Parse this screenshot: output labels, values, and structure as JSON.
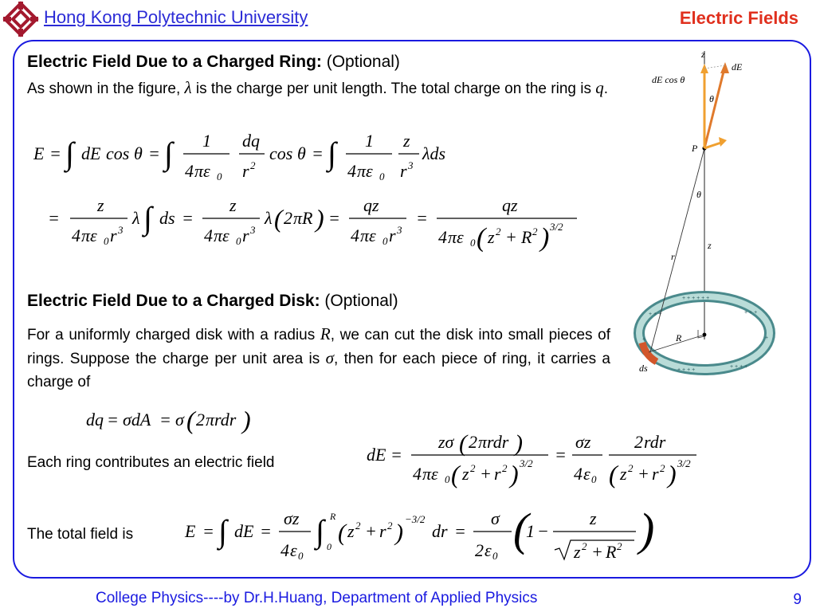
{
  "header": {
    "university": "Hong Kong Polytechnic University",
    "title": "Electric Fields"
  },
  "ring_section": {
    "title_bold": "Electric Field Due to a Charged Ring:",
    "title_rest": " (Optional)",
    "p1": "As shown in the figure, ",
    "lambda": "λ",
    "p2": " is the charge per unit length.  The total charge on the ring is ",
    "q": "q",
    "p3": "."
  },
  "disk_section": {
    "title_bold": "Electric Field Due to a Charged Disk:",
    "title_rest": " (Optional)",
    "p1": "For a uniformly charged disk with a radius ",
    "R": "R",
    "p2": ", we can cut the disk into small pieces of rings.  Suppose the charge per unit area is ",
    "sigma": "σ",
    "p3": ", then for each piece of ring, it carries a charge of",
    "each_ring": "Each ring contributes an electric field",
    "total_field": "The total field is"
  },
  "figure_labels": {
    "z_axis": "z",
    "dE": "dE",
    "dE_cos": "dE cos θ",
    "theta": "θ",
    "P": "P",
    "r": "r",
    "z": "z",
    "R": "R",
    "ds": "ds"
  },
  "footer": {
    "text": "College Physics----by Dr.H.Huang, Department of Applied Physics",
    "page": "9"
  }
}
